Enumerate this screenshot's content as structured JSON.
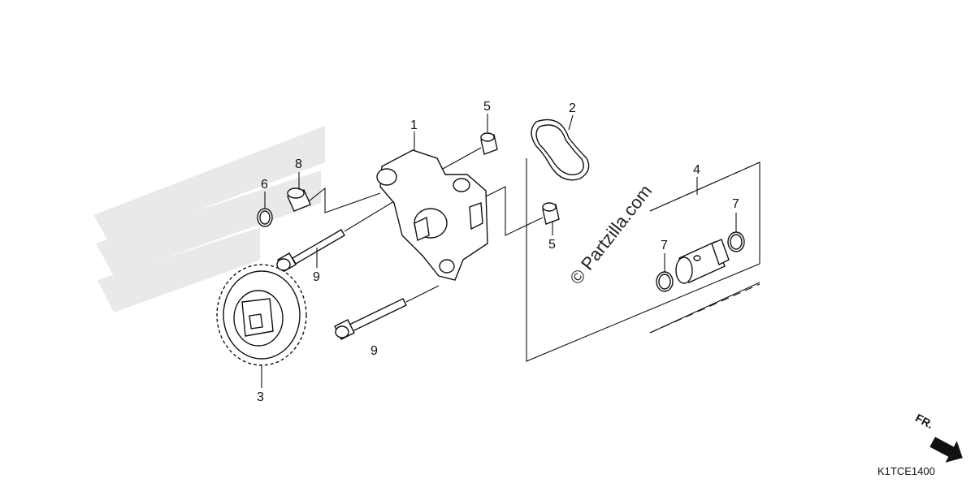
{
  "diagram": {
    "callouts": {
      "c1": "1",
      "c2": "2",
      "c3": "3",
      "c4": "4",
      "c5a": "5",
      "c5b": "5",
      "c6": "6",
      "c7a": "7",
      "c7b": "7",
      "c8": "8",
      "c9a": "9",
      "c9b": "9"
    },
    "watermark": "© Partzilla.com",
    "direction_label": "FR.",
    "figure_code": "K1TCE1400"
  }
}
